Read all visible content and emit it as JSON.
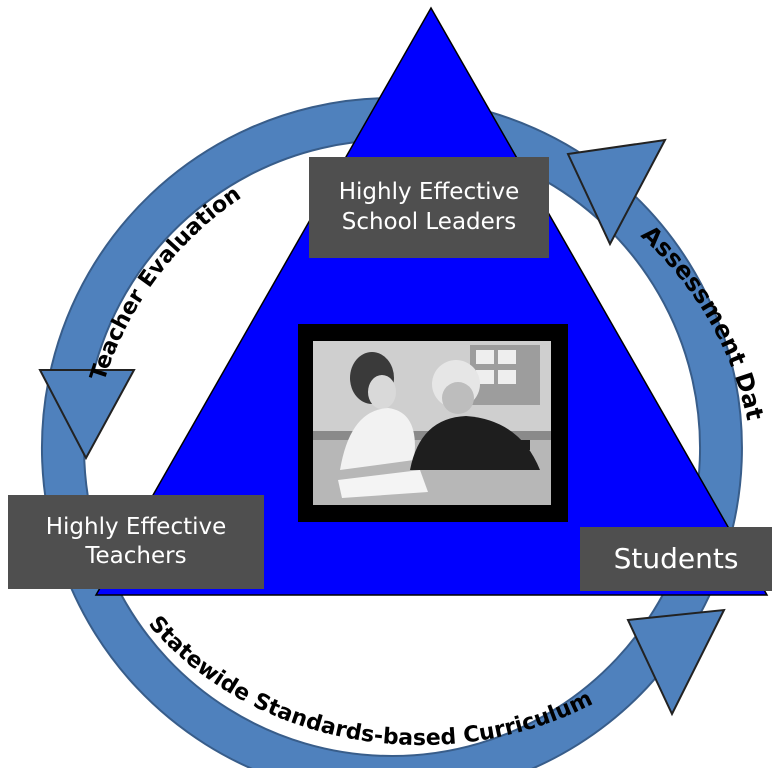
{
  "diagram": {
    "center_label": "",
    "boxes": {
      "leaders": [
        "Highly Effective",
        "School Leaders"
      ],
      "teachers": [
        "Highly Effective",
        "Teachers"
      ],
      "students": [
        "Students"
      ]
    },
    "cycle_labels": {
      "teacher_evaluation": "Teacher Evaluation",
      "assessment_data": "Assessment Data",
      "curriculum": "Statewide Standards-based Curriculum"
    },
    "photo_description_icon": "photo-icon",
    "colors": {
      "triangle": "#0000ff",
      "ring": "#4f81bd",
      "ring_stroke": "#385d8a",
      "box": "#4f4f4f",
      "frame": "#000000"
    }
  }
}
